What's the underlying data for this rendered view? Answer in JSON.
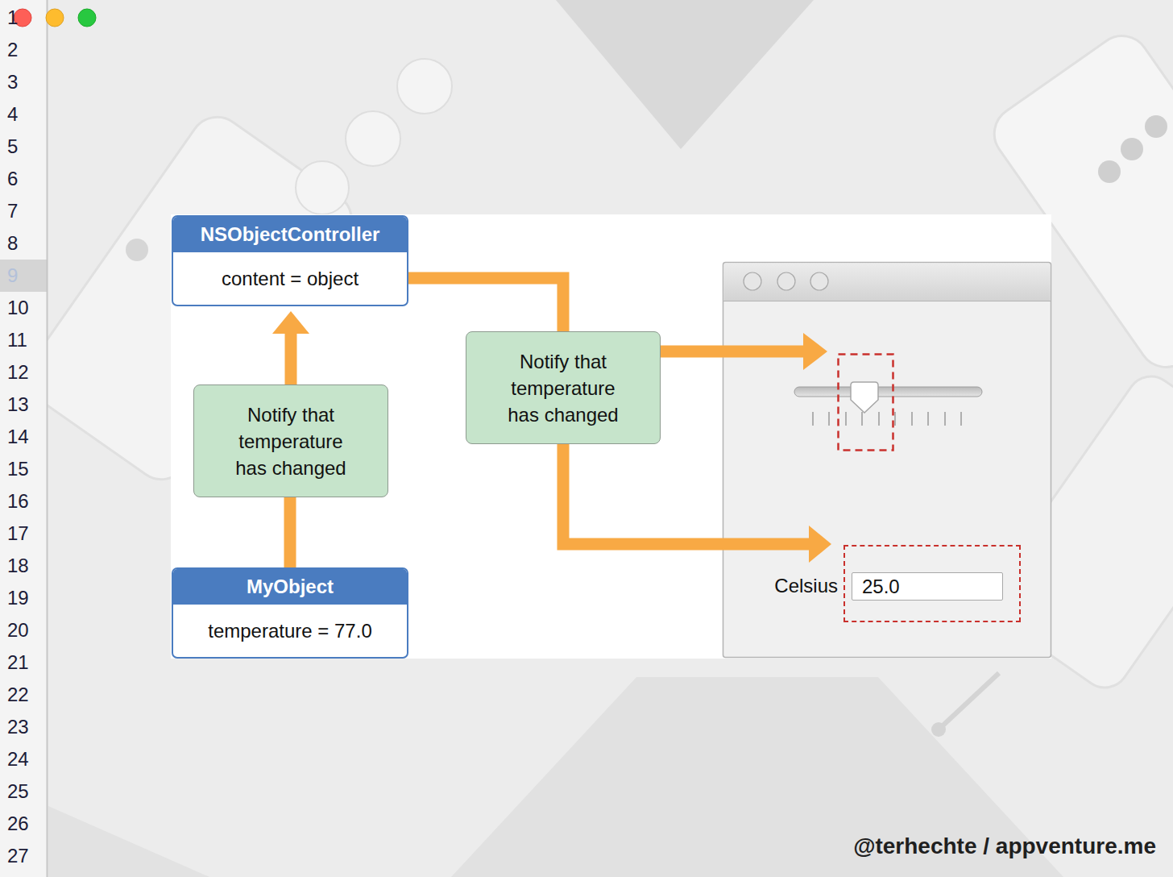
{
  "diagram": {
    "nodes": [
      {
        "text": [
          "NSObjectController",
          "content = object"
        ]
      },
      {
        "text": [
          "Notify that temperature has changed"
        ]
      },
      {
        "text": [
          "Notify that temperature has changed"
        ]
      },
      {
        "text": [
          "MyObject",
          "temperature = 77.0"
        ]
      },
      {
        "text": [
          "25.0"
        ]
      }
    ],
    "edges": [
      {
        "from": 3,
        "to": 2,
        "arrow": "none"
      },
      {
        "from": 2,
        "to": 0,
        "arrow": "to"
      },
      {
        "from": 0,
        "to": 1,
        "arrow": "none"
      },
      {
        "from": 1,
        "to": 4,
        "arrow": "to"
      }
    ],
    "labels": [
      "1",
      "2",
      "3",
      "4",
      "5",
      "6",
      "7",
      "8",
      "9",
      "10",
      "11",
      "12",
      "13",
      "14",
      "15",
      "16",
      "17",
      "18",
      "19",
      "20",
      "21",
      "22",
      "23",
      "24",
      "25",
      "26",
      "27",
      "Celsius",
      "@terhechte / appventure.me"
    ]
  }
}
